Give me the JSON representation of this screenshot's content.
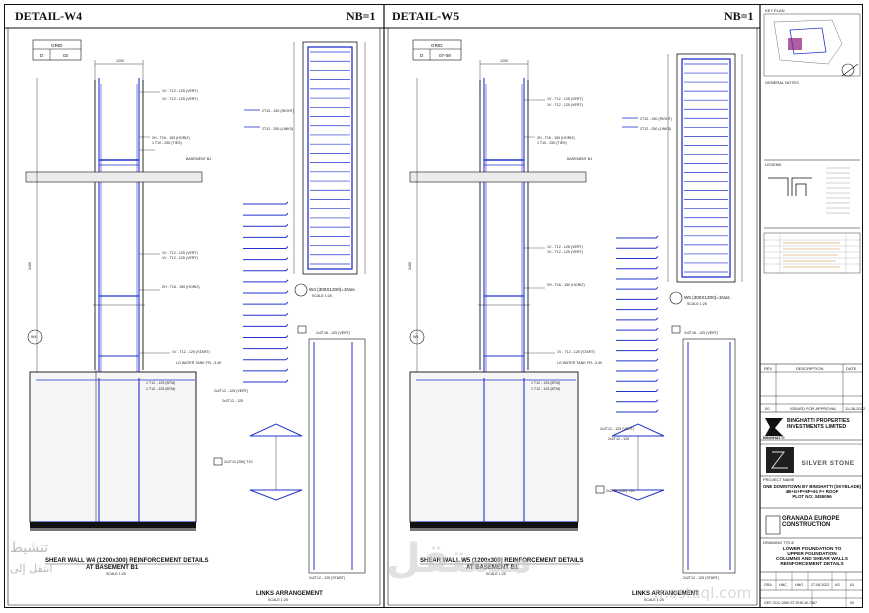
{
  "details": [
    {
      "title": "DETAIL-W4",
      "nb": "NB=1",
      "grid_label": "GRID",
      "grid_ref": [
        "D",
        "02"
      ],
      "caption": "SHEAR WALL W4 (1200x300) REINFORCEMENT DETAILS",
      "caption_sub": "AT BASEMENT B1",
      "scale": "SCALE 1:25",
      "section_label": "W4 (300X1200)=1Nos.",
      "section_scale": "SCALE 1:25",
      "water_tank": "LG WATER TANK\nFFL -3.40",
      "basement": "BASEMENT B1",
      "links_title": "LINKS ARRANGEMENT",
      "links_scale": "SCALE 1:25"
    },
    {
      "title": "DETAIL-W5",
      "nb": "NB=1",
      "grid_label": "GRID",
      "grid_ref": [
        "D",
        "07-08"
      ],
      "caption": "SHEAR WALL W5 (1200x300) REINFORCEMENT DETAILS",
      "caption_sub": "AT BASEMENT B1",
      "scale": "SCALE 1:25",
      "section_label": "W5 (300X1200)=1Nos.",
      "section_scale": "SCALE 1:25",
      "water_tank": "LG WATER TANK\nFFL -3.40",
      "basement": "BASEMENT B1",
      "links_title": "LINKS ARRANGEMENT",
      "links_scale": "SCALE 1:25"
    }
  ],
  "title_block": {
    "key_plan": "KEY PLAN",
    "general_notes": "GENERAL NOTES",
    "legend": "LEGEND",
    "rev_headers": [
      "REV",
      "DESCRIPTION",
      "DATE"
    ],
    "rev_row": [
      "00",
      "ISSUED FOR APPROVAL",
      "11-08-2022"
    ],
    "client": "BINGHATTI PROPERTIES\nINVESTMENTS LIMITED",
    "client_logo": "BINGHATTI",
    "consultant": "SILVER STONE",
    "project_label": "PROJECT NAME",
    "project": "ONE DOWNTOWN BY BINGHATTI (SKYBLADE)\n4B+G+P+5P+91 F+ ROOF\nPLOT NO: 3455056",
    "contractor": "GRANADA EUROPE\nCONSTRUCTION",
    "drawing_title_label": "DRAWING TITLE",
    "drawing_title": "LOWER FOUNDATION TO\nUPPER FOUNDATION\nCOLUMNS AND SHEAR WALLS\nREINFORCEMENT DETAILS"
  },
  "watermark": {
    "latin": "mostaql.com",
    "arabic": "مستقل",
    "left_top": "تنشيط",
    "left_bottom": "انتقل إلى"
  },
  "colors": {
    "rebar": "#2233cc",
    "line": "#111111",
    "fill": "#e9e9e9"
  }
}
